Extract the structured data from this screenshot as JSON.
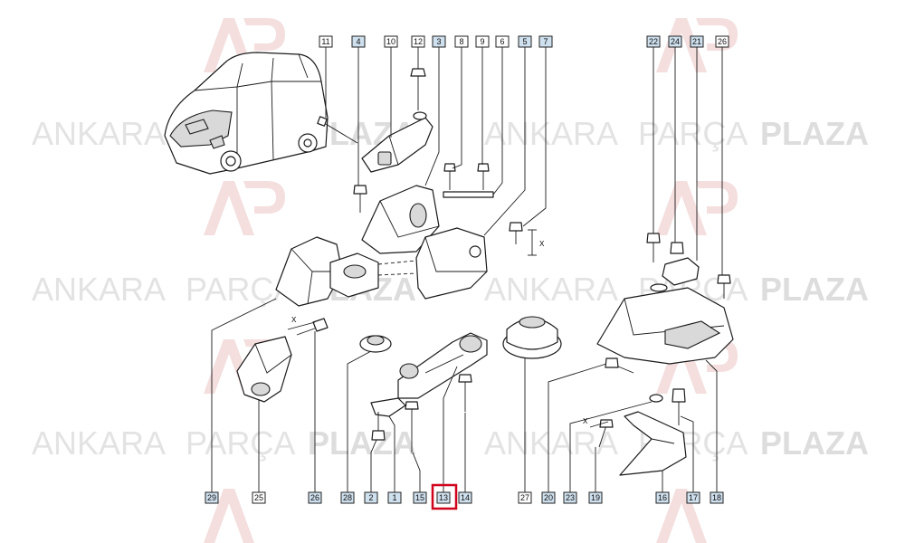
{
  "watermark": {
    "brand_light_1": "ANKARA",
    "brand_light_2": "PARÇA",
    "brand_bold": "PLAZA",
    "color_text": "#e3e3e3",
    "color_text_bold": "#dddddd",
    "color_logo": "#f3dcdc"
  },
  "highlight_color": "#d0021b",
  "callouts": [
    {
      "label": "11",
      "style": "plain"
    },
    {
      "label": "4",
      "style": "blue"
    },
    {
      "label": "10",
      "style": "plain"
    },
    {
      "label": "12",
      "style": "plain"
    },
    {
      "label": "3",
      "style": "blue"
    },
    {
      "label": "8",
      "style": "plain"
    },
    {
      "label": "9",
      "style": "plain"
    },
    {
      "label": "6",
      "style": "plain"
    },
    {
      "label": "5",
      "style": "blue"
    },
    {
      "label": "7",
      "style": "blue"
    },
    {
      "label": "22",
      "style": "blue"
    },
    {
      "label": "24",
      "style": "blue"
    },
    {
      "label": "21",
      "style": "blue"
    },
    {
      "label": "26",
      "style": "plain"
    },
    {
      "label": "29",
      "style": "blue"
    },
    {
      "label": "25",
      "style": "plain"
    },
    {
      "label": "26",
      "style": "blue"
    },
    {
      "label": "28",
      "style": "blue"
    },
    {
      "label": "2",
      "style": "blue"
    },
    {
      "label": "1",
      "style": "blue"
    },
    {
      "label": "15",
      "style": "blue"
    },
    {
      "label": "13",
      "style": "blue",
      "highlighted": true
    },
    {
      "label": "14",
      "style": "blue"
    },
    {
      "label": "27",
      "style": "plain"
    },
    {
      "label": "20",
      "style": "blue"
    },
    {
      "label": "23",
      "style": "blue"
    },
    {
      "label": "19",
      "style": "blue"
    },
    {
      "label": "16",
      "style": "blue"
    },
    {
      "label": "17",
      "style": "blue"
    },
    {
      "label": "18",
      "style": "blue"
    }
  ],
  "dimension_marks": [
    "X",
    "X",
    "X"
  ]
}
